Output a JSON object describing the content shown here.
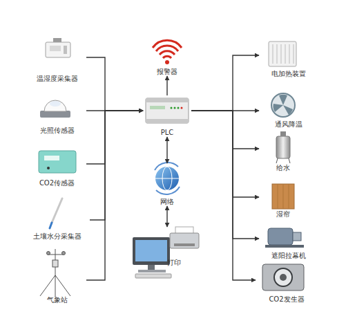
{
  "diagram": {
    "nodes": [
      {
        "text": [
          "温湿度采集器"
        ]
      },
      {
        "text": [
          "光照传感器"
        ]
      },
      {
        "text": [
          "CO2传感器"
        ]
      },
      {
        "text": [
          "土壤水分采集器"
        ]
      },
      {
        "text": [
          "气象站"
        ]
      },
      {
        "text": [
          "报警器"
        ]
      },
      {
        "text": [
          "PLC"
        ]
      },
      {
        "text": [
          "网络"
        ]
      },
      {
        "text": [
          "打印"
        ]
      },
      {
        "text": [
          "电加热装置"
        ]
      },
      {
        "text": [
          "通风降温"
        ]
      },
      {
        "text": [
          "给水"
        ]
      },
      {
        "text": [
          "湿帘"
        ]
      },
      {
        "text": [
          "遮阳拉幕机"
        ]
      },
      {
        "text": [
          "CO2发生器"
        ]
      }
    ],
    "edges": [
      {
        "from": 0,
        "to": 6,
        "arrow": "to"
      },
      {
        "from": 1,
        "to": 6,
        "arrow": "to"
      },
      {
        "from": 2,
        "to": 6,
        "arrow": "to"
      },
      {
        "from": 3,
        "to": 6,
        "arrow": "to"
      },
      {
        "from": 4,
        "to": 6,
        "arrow": "to"
      },
      {
        "from": 6,
        "to": 5,
        "arrow": "to"
      },
      {
        "from": 6,
        "to": 7,
        "arrow": "both"
      },
      {
        "from": 7,
        "to": 8,
        "arrow": "both"
      },
      {
        "from": 6,
        "to": 9,
        "arrow": "to"
      },
      {
        "from": 6,
        "to": 10,
        "arrow": "to"
      },
      {
        "from": 6,
        "to": 11,
        "arrow": "to"
      },
      {
        "from": 6,
        "to": 12,
        "arrow": "to"
      },
      {
        "from": 6,
        "to": 13,
        "arrow": "to"
      },
      {
        "from": 6,
        "to": 14,
        "arrow": "to"
      }
    ]
  }
}
